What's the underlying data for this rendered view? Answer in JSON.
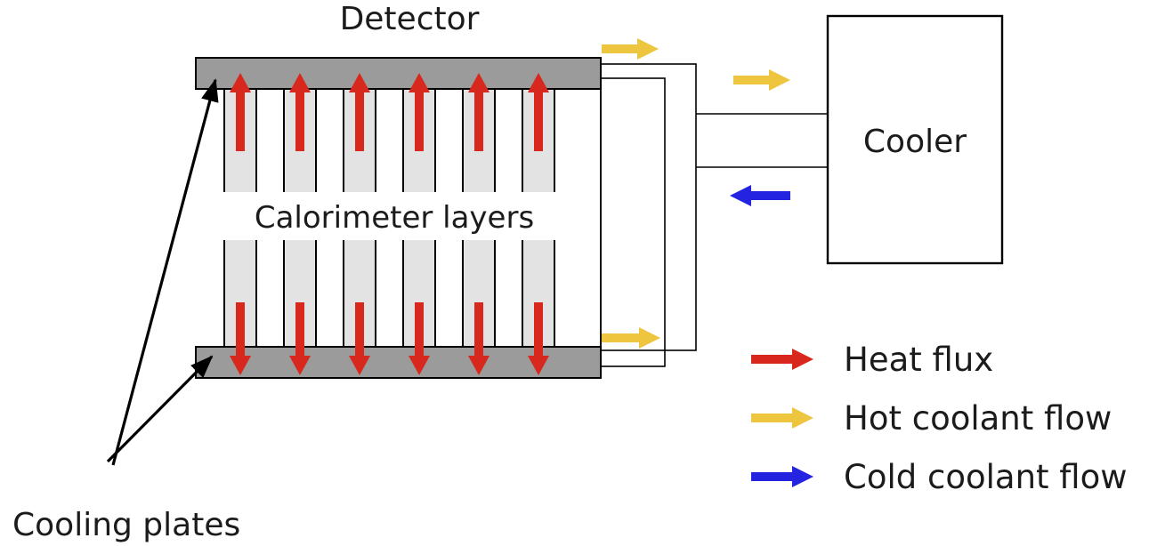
{
  "labels": {
    "detector": "Detector",
    "cooler": "Cooler",
    "calorimeter_layers": "Calorimeter layers",
    "cooling_plates": "Cooling plates"
  },
  "legend": {
    "items": [
      {
        "label": "Heat flux",
        "color": "#d8271c"
      },
      {
        "label": "Hot coolant flow",
        "color": "#edc53e"
      },
      {
        "label": "Cold coolant flow",
        "color": "#2323e0"
      }
    ]
  },
  "colors": {
    "heat_flux": "#d8271c",
    "hot_coolant": "#edc53e",
    "cold_coolant": "#2323e0",
    "cooling_plate_fill": "#9b9b9b",
    "layer_fill": "#e3e3e3",
    "outline": "#000000"
  },
  "structure": {
    "calorimeter_layer_count": 6
  }
}
